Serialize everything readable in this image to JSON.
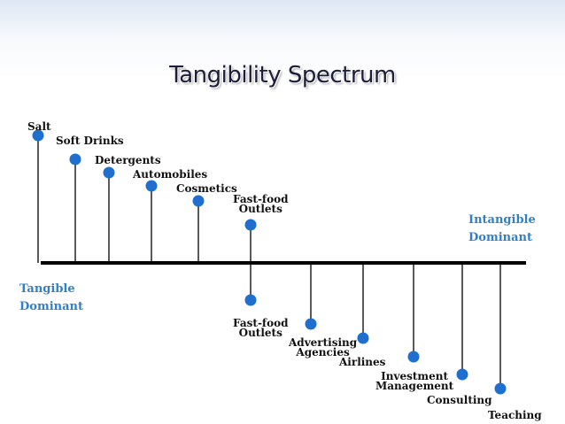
{
  "title": "Tangibility Spectrum",
  "ends": {
    "tangible": [
      "Tangible",
      "Dominant"
    ],
    "intangible": [
      "Intangible",
      "Dominant"
    ]
  },
  "tangible_items": [
    "Salt",
    "Soft Drinks",
    "Detergents",
    "Automobiles",
    "Cosmetics",
    "Fast-food\nOutlets"
  ],
  "intangible_items": [
    "Fast-food\nOutlets",
    "Advertising\nAgencies",
    "Airlines",
    "Investment\nManagement",
    "Consulting",
    "Teaching"
  ],
  "colors": {
    "dot": "#1f6fd1",
    "end_label": "#2f7fc9",
    "axis": "#000000"
  }
}
